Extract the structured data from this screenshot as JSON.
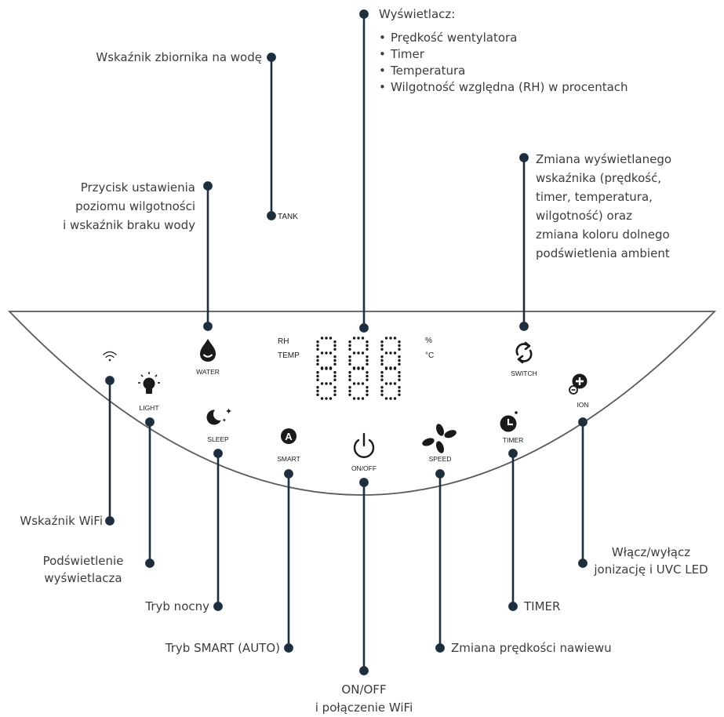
{
  "panel": {
    "buttons": {
      "water": "WATER",
      "switch": "SWITCH",
      "light": "LIGHT",
      "sleep": "SLEEP",
      "smart": "SMART",
      "on_off": "ON/OFF",
      "speed": "SPEED",
      "timer": "TIMER",
      "ion": "ION"
    },
    "indicators": {
      "rh": "RH",
      "temp": "TEMP",
      "tank": "TANK",
      "percent": "%",
      "celsius": "°C"
    },
    "icons": [
      "wifi-icon",
      "light-bulb-icon",
      "moon-stars-icon",
      "water-drop-icon",
      "smart-a-icon",
      "power-icon",
      "fan-icon",
      "switch-arrows-icon",
      "timer-icon",
      "ion-plus-minus-icon"
    ],
    "colors": {
      "panel_outline": "#5a5a5a",
      "leader": "#1d2f3f",
      "display_dots": "#1a1a1a"
    }
  },
  "callouts": {
    "display": {
      "title": "Wyświetlacz:",
      "items": [
        "Prędkość wentylatora",
        "Timer",
        "Temperatura",
        "Wilgotność względna (RH) w procentach"
      ]
    },
    "water_tank": "Wskaźnik zbiornika na wodę",
    "humidity_button": [
      "Przycisk ustawienia",
      "poziomu wilgotności",
      "i wskaźnik braku wody"
    ],
    "switch": [
      "Zmiana wyświetlanego",
      "wskaźnika (prędkość,",
      "timer, temperatura,",
      "wilgotność) oraz",
      "zmiana koloru dolnego",
      "podświetlenia ambient"
    ],
    "wifi": "Wskaźnik WiFi",
    "light": [
      "Podświetlenie",
      "wyświetlacza"
    ],
    "night": "Tryb nocny",
    "smart": "Tryb SMART (AUTO)",
    "on_off": [
      "ON/OFF",
      "i połączenie WiFi"
    ],
    "speed": "Zmiana prędkości nawiewu",
    "timer": "TIMER",
    "ion": [
      "Włącz/wyłącz",
      "jonizację i UVC LED"
    ]
  }
}
